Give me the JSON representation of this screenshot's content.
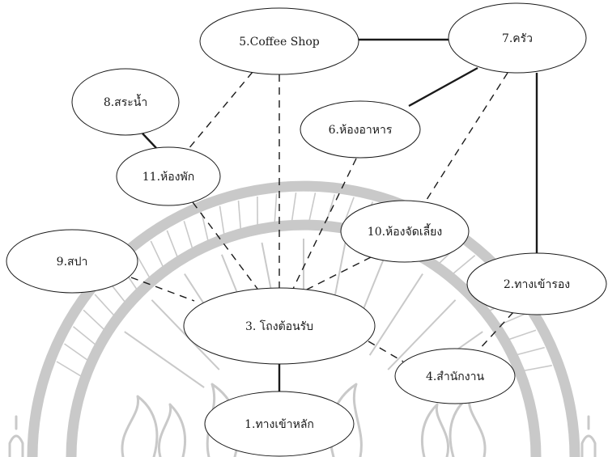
{
  "colors": {
    "ink": "#1a1a1a",
    "watermark": "#c9c9c9",
    "background": "#ffffff"
  },
  "nodes": {
    "coffee_shop": "5.Coffee Shop",
    "kitchen": "7.ครัว",
    "pool": "8.สระน้ำ",
    "dining": "6.ห้องอาหาร",
    "rooms": "11.ห้องพัก",
    "banquet": "10.ห้องจัดเลี้ยง",
    "spa": "9.สปา",
    "service_entrance": "2.ทางเข้ารอง",
    "lobby": "3. โถงต้อนรับ",
    "office": "4.สำนักงาน",
    "main_entrance": "1.ทางเข้าหลัก"
  },
  "edges": [
    {
      "from": "coffee_shop",
      "to": "kitchen",
      "style": "solid"
    },
    {
      "from": "kitchen",
      "to": "dining",
      "style": "solid"
    },
    {
      "from": "kitchen",
      "to": "service_entrance",
      "style": "solid"
    },
    {
      "from": "pool",
      "to": "rooms",
      "style": "solid"
    },
    {
      "from": "lobby",
      "to": "main_entrance",
      "style": "solid"
    },
    {
      "from": "coffee_shop",
      "to": "rooms",
      "style": "dashed"
    },
    {
      "from": "coffee_shop",
      "to": "lobby",
      "style": "dashed"
    },
    {
      "from": "kitchen",
      "to": "banquet",
      "style": "dashed"
    },
    {
      "from": "dining",
      "to": "lobby",
      "style": "dashed"
    },
    {
      "from": "rooms",
      "to": "lobby",
      "style": "dashed"
    },
    {
      "from": "banquet",
      "to": "lobby",
      "style": "dashed"
    },
    {
      "from": "spa",
      "to": "lobby",
      "style": "dashed"
    },
    {
      "from": "lobby",
      "to": "office",
      "style": "dashed"
    },
    {
      "from": "service_entrance",
      "to": "office",
      "style": "dashed"
    }
  ]
}
